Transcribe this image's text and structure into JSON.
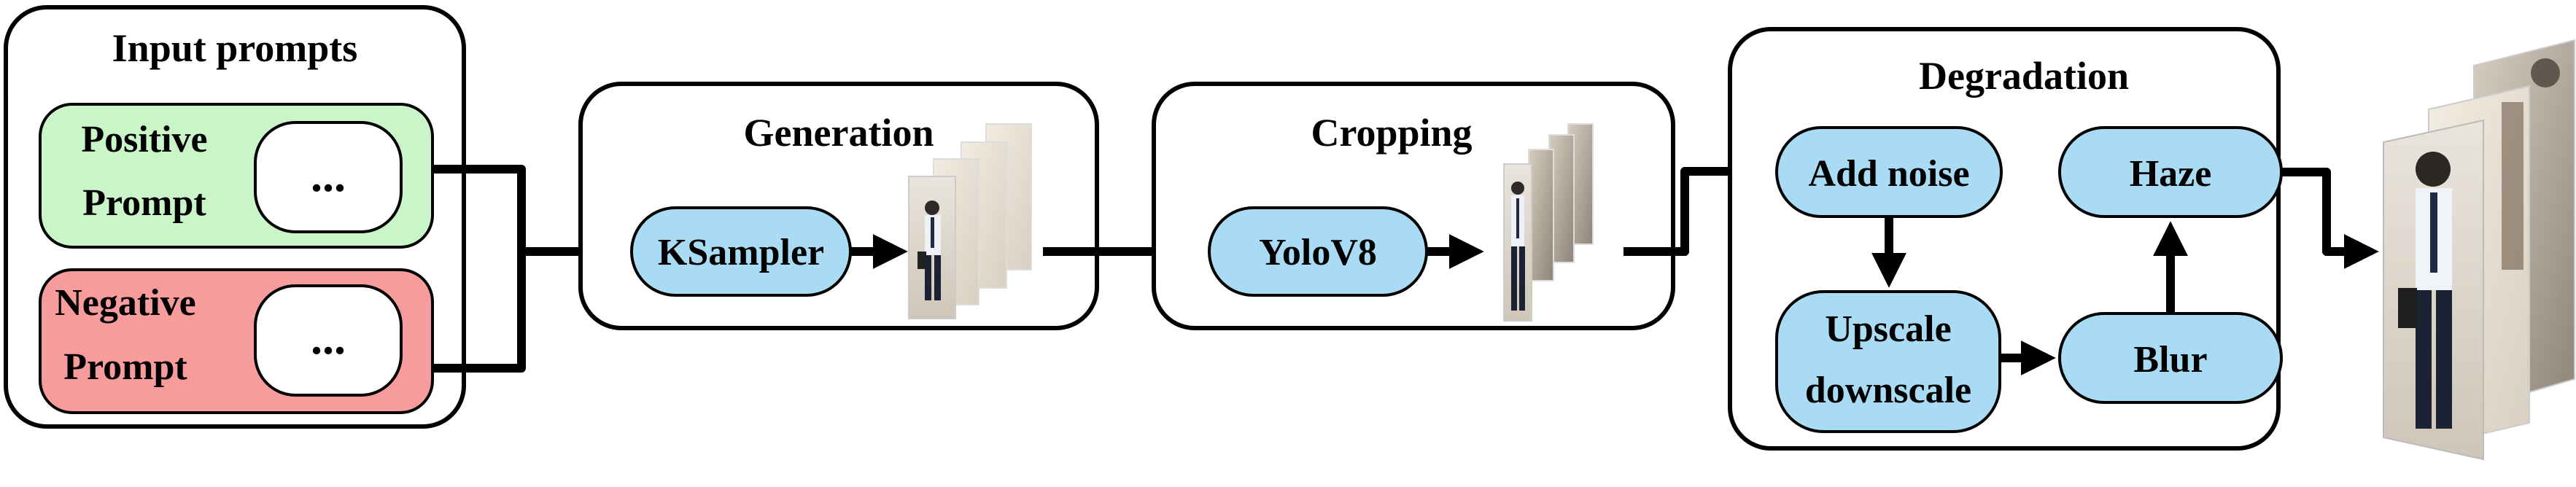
{
  "input_prompts": {
    "title": "Input prompts",
    "positive": {
      "line1": "Positive",
      "line2": "Prompt",
      "placeholder": "..."
    },
    "negative": {
      "line1": "Negative",
      "line2": "Prompt",
      "placeholder": "..."
    }
  },
  "generation": {
    "title": "Generation",
    "node": "KSampler"
  },
  "cropping": {
    "title": "Cropping",
    "node": "YoloV8"
  },
  "degradation": {
    "title": "Degradation",
    "add_noise": "Add noise",
    "upscale_line1": "Upscale",
    "upscale_line2": "downscale",
    "blur": "Blur",
    "haze": "Haze"
  },
  "colors": {
    "positive_fill": "#c9f5c9",
    "negative_fill": "#f79c9c",
    "node_fill": "#a9dcf4",
    "stroke": "#000000"
  }
}
